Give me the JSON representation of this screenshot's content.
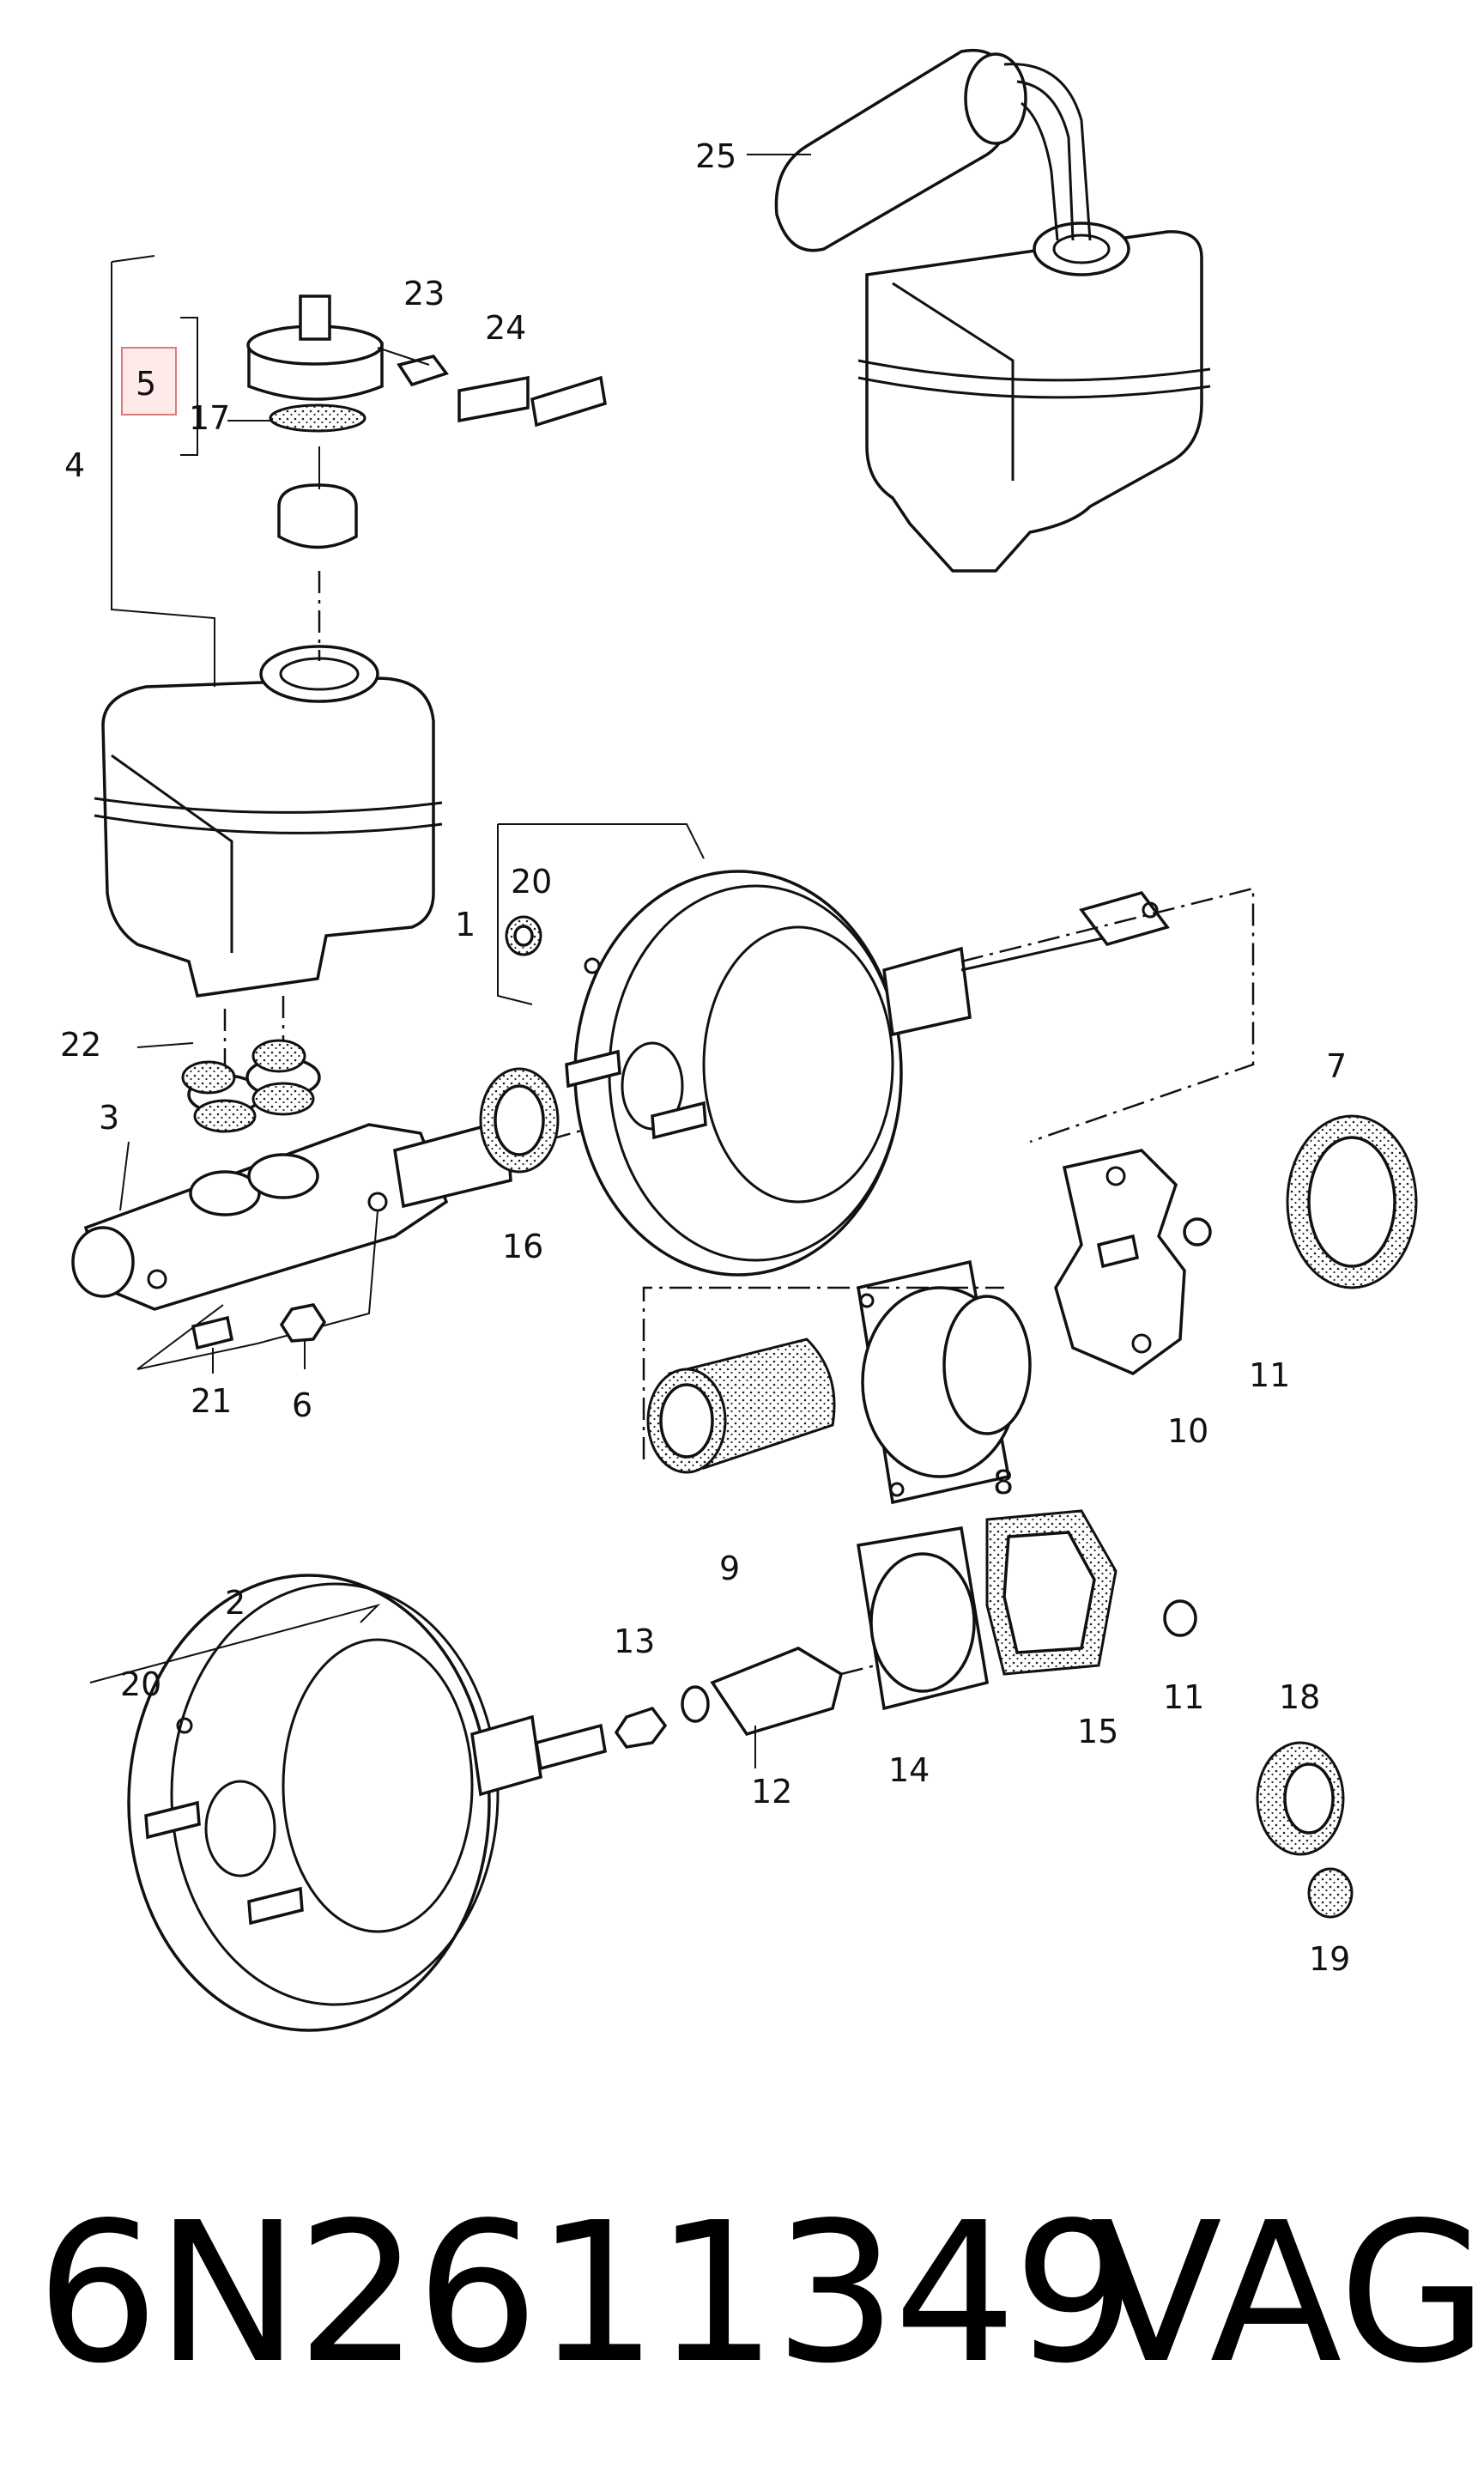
{
  "callouts": {
    "c1": "1",
    "c2": "2",
    "c3": "3",
    "c4": "4",
    "c5": "5",
    "c6": "6",
    "c7": "7",
    "c8": "8",
    "c9": "9",
    "c10": "10",
    "c11a": "11",
    "c11b": "11",
    "c12": "12",
    "c13": "13",
    "c14": "14",
    "c15": "15",
    "c16": "16",
    "c17": "17",
    "c18": "18",
    "c19": "19",
    "c20a": "20",
    "c20b": "20",
    "c21": "21",
    "c22": "22",
    "c23": "23",
    "c24": "24",
    "c25": "25"
  },
  "highlight": {
    "callout": "5",
    "color": "#e07a7a"
  },
  "footer": {
    "part_number": "6N2611349",
    "brand": "VAG"
  }
}
